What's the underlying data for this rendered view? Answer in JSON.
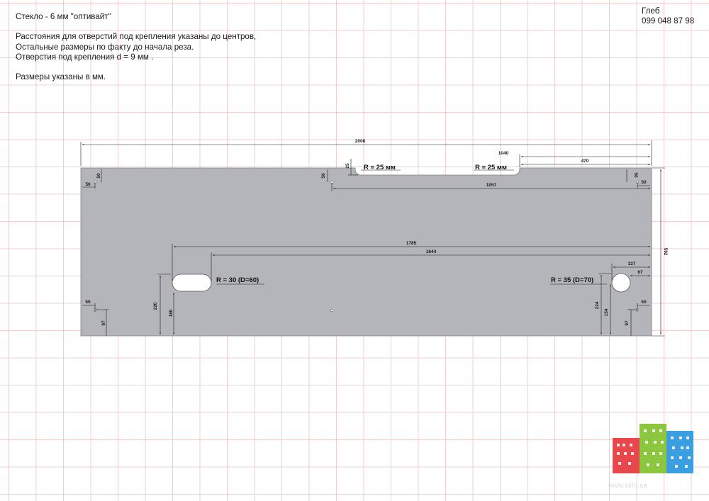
{
  "header": {
    "title": "Стекло - 6 мм \"оптивайт\"",
    "note_line1": "Расстояния для отверстий под крепления указаны до центров,",
    "note_line2": "Остальные размеры по факту до начала реза.",
    "note_line3": "Отверстия под крепления d = 9 мм .",
    "note_line4": "Размеры указаны в мм."
  },
  "contact": {
    "name": "Глеб",
    "phone": "099 048 87 98"
  },
  "drawing": {
    "panel_color": "#b4b5ba",
    "dims": {
      "total_width": "2008",
      "height": "592",
      "notch_to_right": "1040",
      "notch_end_to_right": "470",
      "notch_depth": "25",
      "hole_tl_y": "50",
      "hole_tl_x": "50",
      "hole_tm_y": "50",
      "hole_tm_to_right": "1057",
      "hole_tr_y": "50",
      "hole_tr_x": "50",
      "slot_left_to_right": "1785",
      "slot_center_to_right": "1644",
      "slot_bottom": "220",
      "slot_center": "160",
      "hole_right_dx": "137",
      "hole_right_cx": "67",
      "hole_right_top": "224",
      "hole_right_center": "154",
      "hole_bl_x": "50",
      "hole_bl_y": "97",
      "hole_br_x": "50",
      "hole_br_y": "97"
    },
    "labels": {
      "notch_r_left": "R = 25 мм",
      "notch_r_right": "R = 25 мм",
      "slot_r": "R = 30 (D=60)",
      "hole_r": "R = 35 (D=70)"
    }
  },
  "logo": {
    "colors": [
      "#e8474c",
      "#8cc63f",
      "#3a9ee0"
    ],
    "site": "www.sklo.ua"
  }
}
